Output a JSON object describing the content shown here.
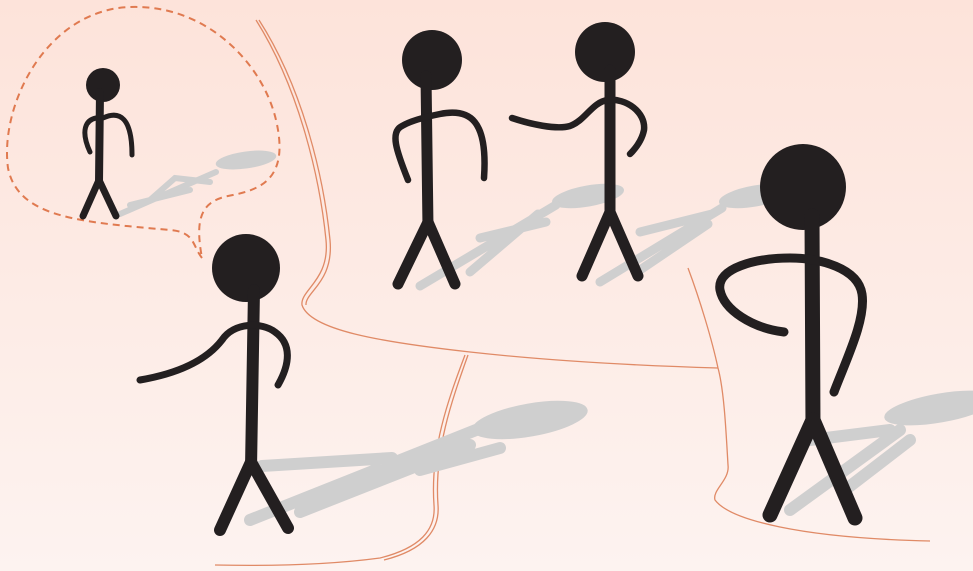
{
  "scene": {
    "background_top": "#fde3da",
    "background_bottom": "#fdf3f0",
    "figure_color": "#231f20",
    "shadow_color": "#cfcfcf",
    "line_color": "#e08a66",
    "thought_bubble_color": "#e07a50"
  },
  "figures": [
    {
      "name": "thought-bubble-figure"
    },
    {
      "name": "front-left-figure"
    },
    {
      "name": "back-center-figure"
    },
    {
      "name": "back-right-figure"
    },
    {
      "name": "front-right-figure"
    }
  ]
}
